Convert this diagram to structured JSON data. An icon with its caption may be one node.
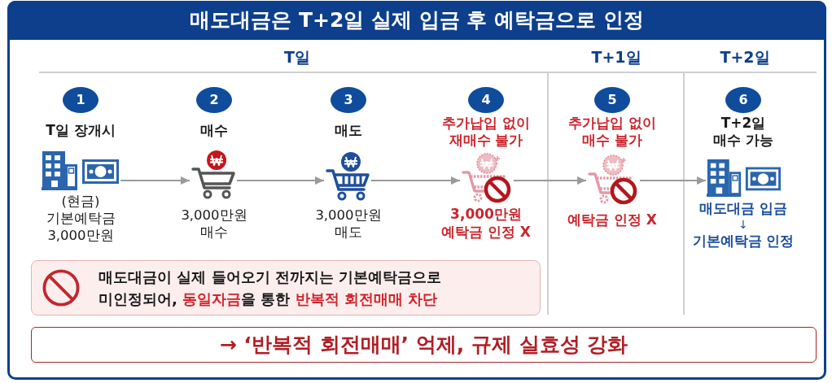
{
  "diagram": {
    "title": "매도대금은 T+2일 실제 입금 후 예탁금으로 인정",
    "nodes": [
      {
        "text": [
          "1"
        ],
        "beside": [
          "T일 장개시"
        ]
      },
      {
        "text": [],
        "shape": "picture",
        "beside": [
          "(현금) 기본예탁금 3,000만원"
        ]
      },
      {
        "text": [
          "2"
        ],
        "beside": [
          "매수"
        ]
      },
      {
        "text": [],
        "shape": "picture",
        "beside": [
          "3,000만원 매수"
        ]
      },
      {
        "text": [
          "3"
        ],
        "beside": [
          "매도"
        ]
      },
      {
        "text": [],
        "shape": "picture",
        "beside": [
          "3,000만원 매도"
        ]
      },
      {
        "text": [
          "4"
        ],
        "beside": [
          "추가납입 없이 재매수 불가"
        ]
      },
      {
        "text": [],
        "shape": "picture",
        "beside": [
          "3,000만원 예탁금 인정 X"
        ]
      },
      {
        "text": [
          "5"
        ],
        "beside": [
          "추가납입 없이 매수 불가"
        ]
      },
      {
        "text": [],
        "shape": "picture",
        "beside": [
          "예탁금 인정 X"
        ]
      },
      {
        "text": [
          "6"
        ],
        "beside": [
          "T+2일 매수 가능"
        ]
      },
      {
        "text": [],
        "shape": "picture",
        "beside": [
          "매도대금 입금",
          "↓",
          "기본예탁금 인정"
        ]
      },
      {
        "text": [
          "매도대금이 실제 들어오기 전까지는 기본예탁금으로 미인정되어, **동일자금**을 통한 **반복적 회전매매 차단**"
        ]
      },
      {
        "text": [
          "→ ‘반복적 회전매매’ 억제, 규제 실효성 강화"
        ]
      }
    ],
    "edges": [
      {
        "from": 1,
        "to": 3,
        "arrow": "to"
      },
      {
        "from": 3,
        "to": 5,
        "arrow": "to"
      },
      {
        "from": 5,
        "to": 7,
        "arrow": "to"
      },
      {
        "from": 7,
        "to": 9,
        "arrow": "to"
      },
      {
        "from": 9,
        "to": 11,
        "arrow": "to"
      }
    ],
    "labels": [
      "T일",
      "T+1일",
      "T+2일"
    ]
  }
}
